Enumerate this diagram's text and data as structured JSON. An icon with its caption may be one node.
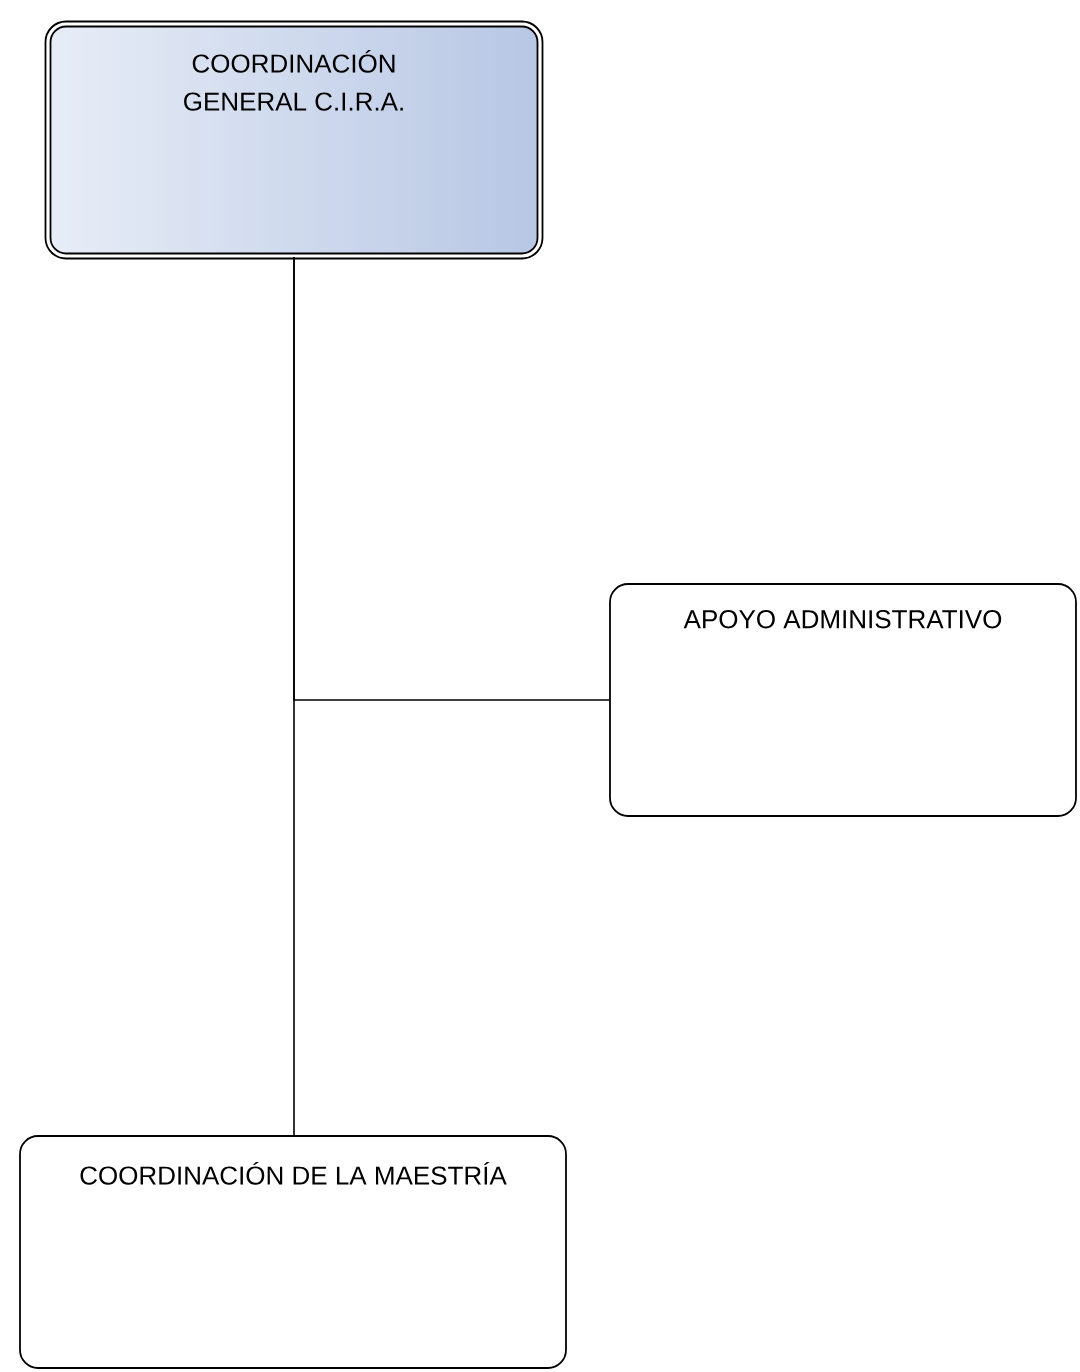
{
  "diagram": {
    "nodes": [
      {
        "text": [
          "COORDINACIÓN GENERAL C.I.R.A."
        ]
      },
      {
        "text": [
          "APOYO ADMINISTRATIVO"
        ]
      },
      {
        "text": [
          "COORDINACIÓN DE LA MAESTRÍA"
        ]
      }
    ],
    "edges": [
      {
        "from": 0,
        "to": 1,
        "arrow": "none"
      },
      {
        "from": 0,
        "to": 2,
        "arrow": "none"
      }
    ]
  }
}
